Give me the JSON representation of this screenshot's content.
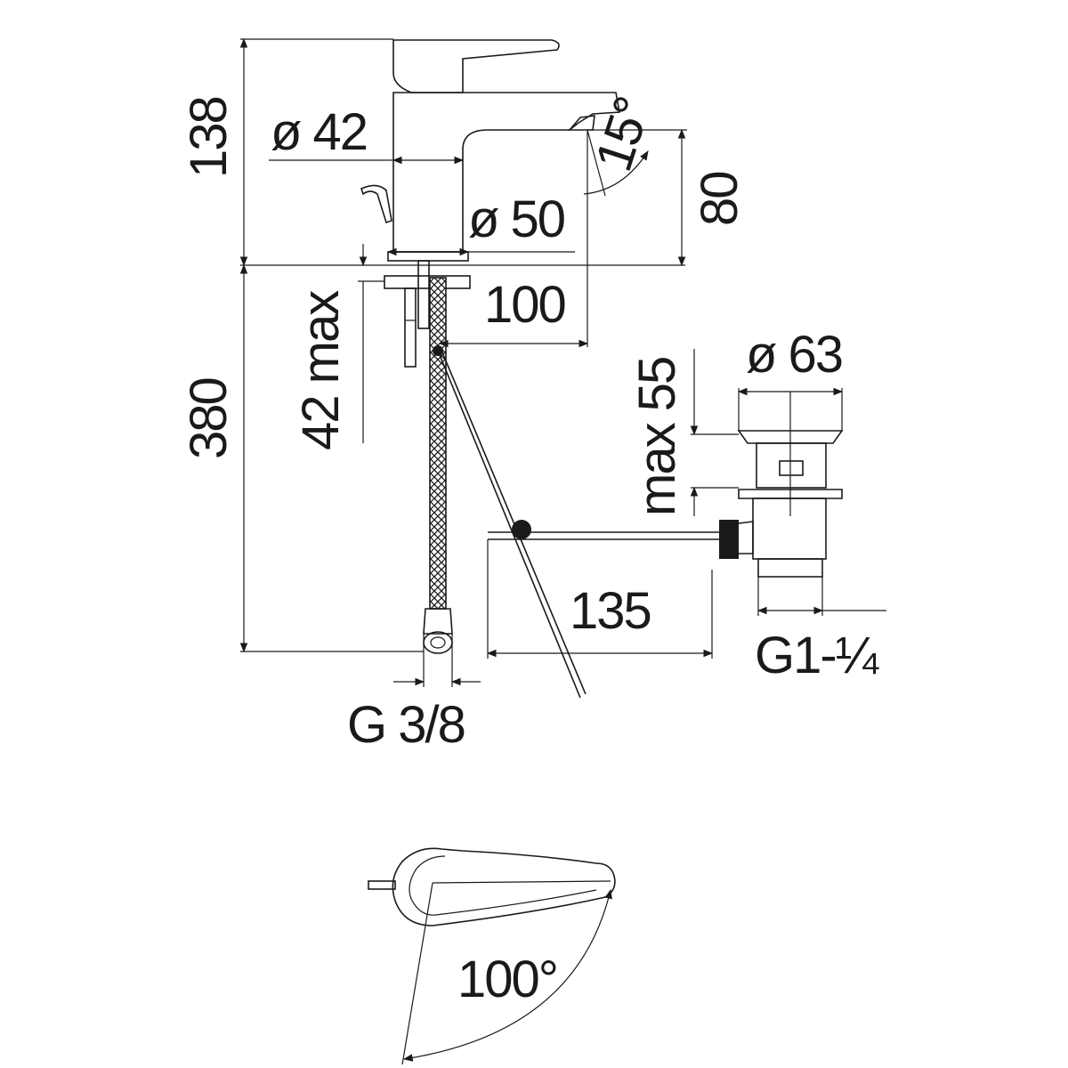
{
  "dimensions": {
    "height_faucet": "138",
    "diameter_body": "ø 42",
    "spout_angle": "15°",
    "spout_height": "80",
    "diameter_base": "ø 50",
    "deck_thickness": "42 max",
    "spout_reach": "100",
    "hose_length": "380",
    "drain_diameter": "ø 63",
    "drain_max": "max 55",
    "rod_length": "135",
    "drain_thread": "G1-¼",
    "inlet_thread": "G 3/8",
    "lever_rotation": "100°"
  },
  "colors": {
    "line": "#1a1a1a",
    "background": "#ffffff"
  }
}
